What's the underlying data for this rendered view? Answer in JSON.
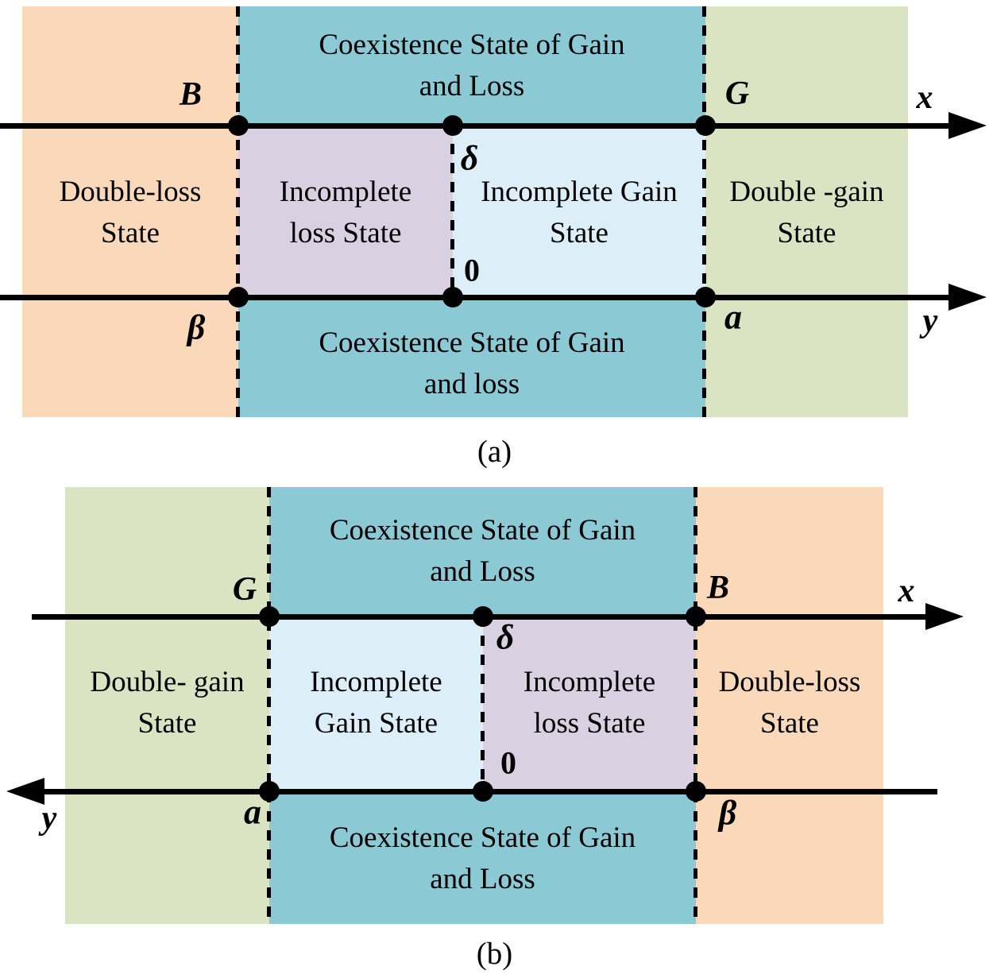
{
  "colors": {
    "orange": "#FAD8BA",
    "teal": "#8BC9D5",
    "purple": "#D9D1E1",
    "lightblue": "#DCEEF8",
    "green": "#DBE4C2",
    "line": "#000000"
  },
  "panel_a": {
    "caption": "(a)",
    "axis_x_label": "x",
    "axis_y_label": "y",
    "point_B": "B",
    "point_G": "G",
    "point_delta": "δ",
    "point_zero": "0",
    "point_beta": "β",
    "point_a": "a",
    "region_double_loss_l1": "Double-loss",
    "region_double_loss_l2": "State",
    "region_coexist_top_l1": "Coexistence State of Gain",
    "region_coexist_top_l2": "and Loss",
    "region_incomplete_loss_l1": "Incomplete",
    "region_incomplete_loss_l2": "loss State",
    "region_incomplete_gain_l1": "Incomplete Gain",
    "region_incomplete_gain_l2": "State",
    "region_double_gain_l1": "Double -gain",
    "region_double_gain_l2": "State",
    "region_coexist_bottom_l1": "Coexistence State of Gain",
    "region_coexist_bottom_l2": "and loss"
  },
  "panel_b": {
    "caption": "(b)",
    "axis_x_label": "x",
    "axis_y_label": "y",
    "point_G": "G",
    "point_B": "B",
    "point_delta": "δ",
    "point_zero": "0",
    "point_a": "a",
    "point_beta": "β",
    "region_double_gain_l1": "Double- gain",
    "region_double_gain_l2": "State",
    "region_coexist_top_l1": "Coexistence State of Gain",
    "region_coexist_top_l2": "and Loss",
    "region_incomplete_gain_l1": "Incomplete",
    "region_incomplete_gain_l2": "Gain State",
    "region_incomplete_loss_l1": "Incomplete",
    "region_incomplete_loss_l2": "loss State",
    "region_double_loss_l1": "Double-loss",
    "region_double_loss_l2": "State",
    "region_coexist_bottom_l1": "Coexistence State of Gain",
    "region_coexist_bottom_l2": "and Loss"
  }
}
